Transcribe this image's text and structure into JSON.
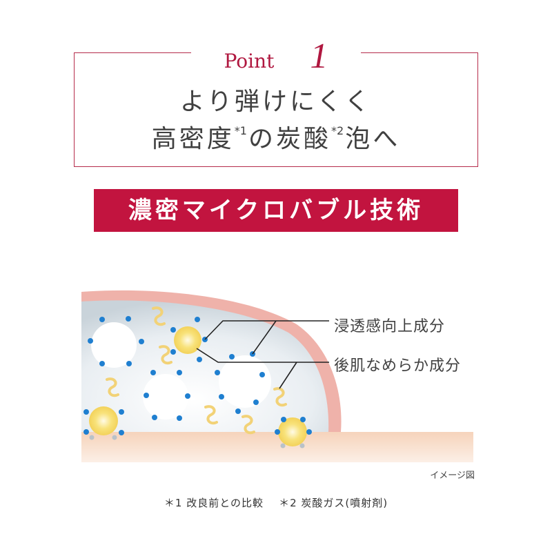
{
  "point": {
    "word": "Point",
    "number": "1"
  },
  "headline": {
    "line1": "より弾けにくく",
    "line2_a": "高密度",
    "sup1": "*1",
    "line2_b": "の炭酸",
    "sup2": "*2",
    "line2_c": "泡へ"
  },
  "banner": {
    "text": "濃密マイクロバブル技術"
  },
  "labels": {
    "penetration": "浸透感向上成分",
    "smooth": "後肌なめらか成分"
  },
  "caption": "イメージ図",
  "footnotes": {
    "note1": "＊1 改良前との比較",
    "note2": "＊2 炭酸ガス(噴射剤)"
  },
  "colors": {
    "accent": "#c2143f",
    "dot": "#1f7fd0",
    "squiggle": "#f2d277",
    "skin": "#f7d9c4",
    "rim": "#efb0a8"
  }
}
